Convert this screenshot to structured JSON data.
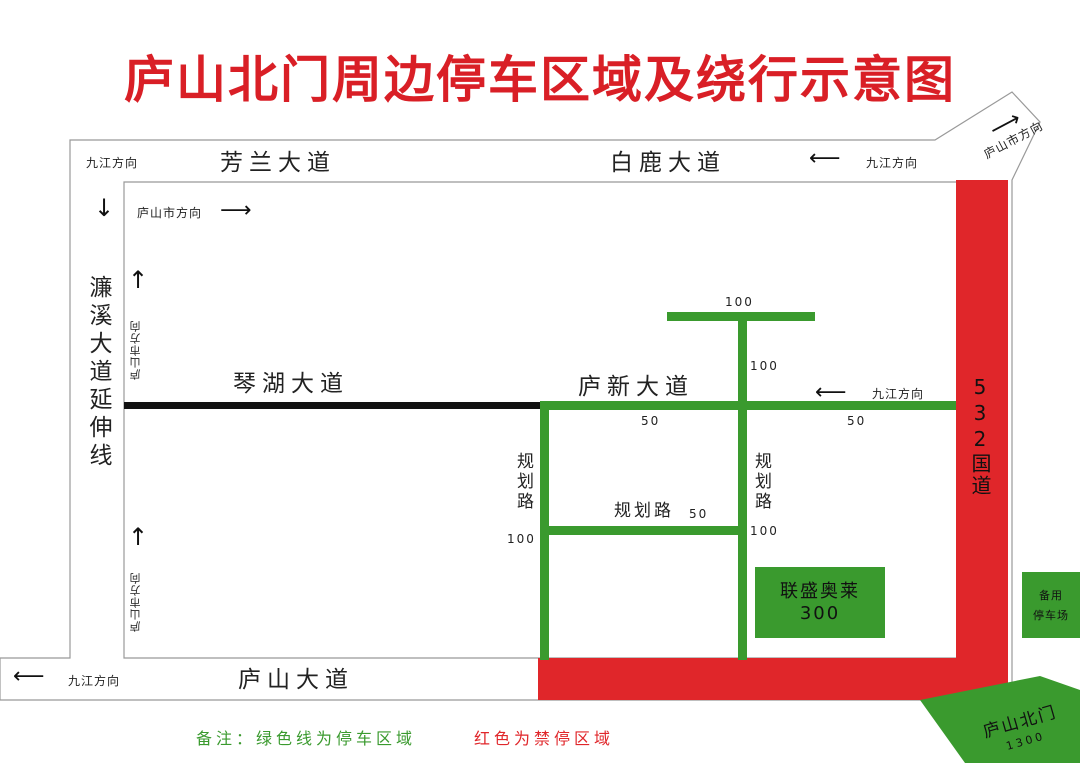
{
  "title": "庐山北门周边停车区域及绕行示意图",
  "colors": {
    "title": "#d91f26",
    "parking": "#3a9a2e",
    "no_parking": "#e0262a",
    "road": "#111111",
    "frame": "#999999"
  },
  "roads": {
    "fanglan": "芳兰大道",
    "bailu": "白鹿大道",
    "lianxi": "濂溪大道延伸线",
    "qinhu": "琴湖大道",
    "luxin": "庐新大道",
    "lushan": "庐山大道",
    "guojia532": "532国道",
    "guihua_left": "规划路",
    "guihua_mid": "规划路",
    "guihua_right": "规划路"
  },
  "directions": {
    "jiujiang_topleft": "九江方向",
    "jiujiang_topright": "九江方向",
    "lushan_city_top": "庐山市方向",
    "lushan_city_corner": "庐山市方向",
    "lushan_city_left_upper": "庐山市方向",
    "lushan_city_left_lower": "庐山市方向",
    "jiujiang_luxin": "九江方向",
    "jiujiang_bottom": "九江方向"
  },
  "capacities": {
    "top_bar": "100",
    "vert_top": "100",
    "luxin_left": "50",
    "luxin_right": "50",
    "guihua_mid": "50",
    "guihua_left": "100",
    "guihua_right": "100"
  },
  "lots": {
    "liansheng": {
      "name": "联盛奥莱",
      "count": "300"
    },
    "backup": {
      "line1": "备用",
      "line2": "停车场"
    },
    "north_gate": {
      "name": "庐山北门",
      "count": "1300"
    }
  },
  "note": {
    "green": "备注：绿色线为停车区域",
    "red": "红色为禁停区域"
  }
}
